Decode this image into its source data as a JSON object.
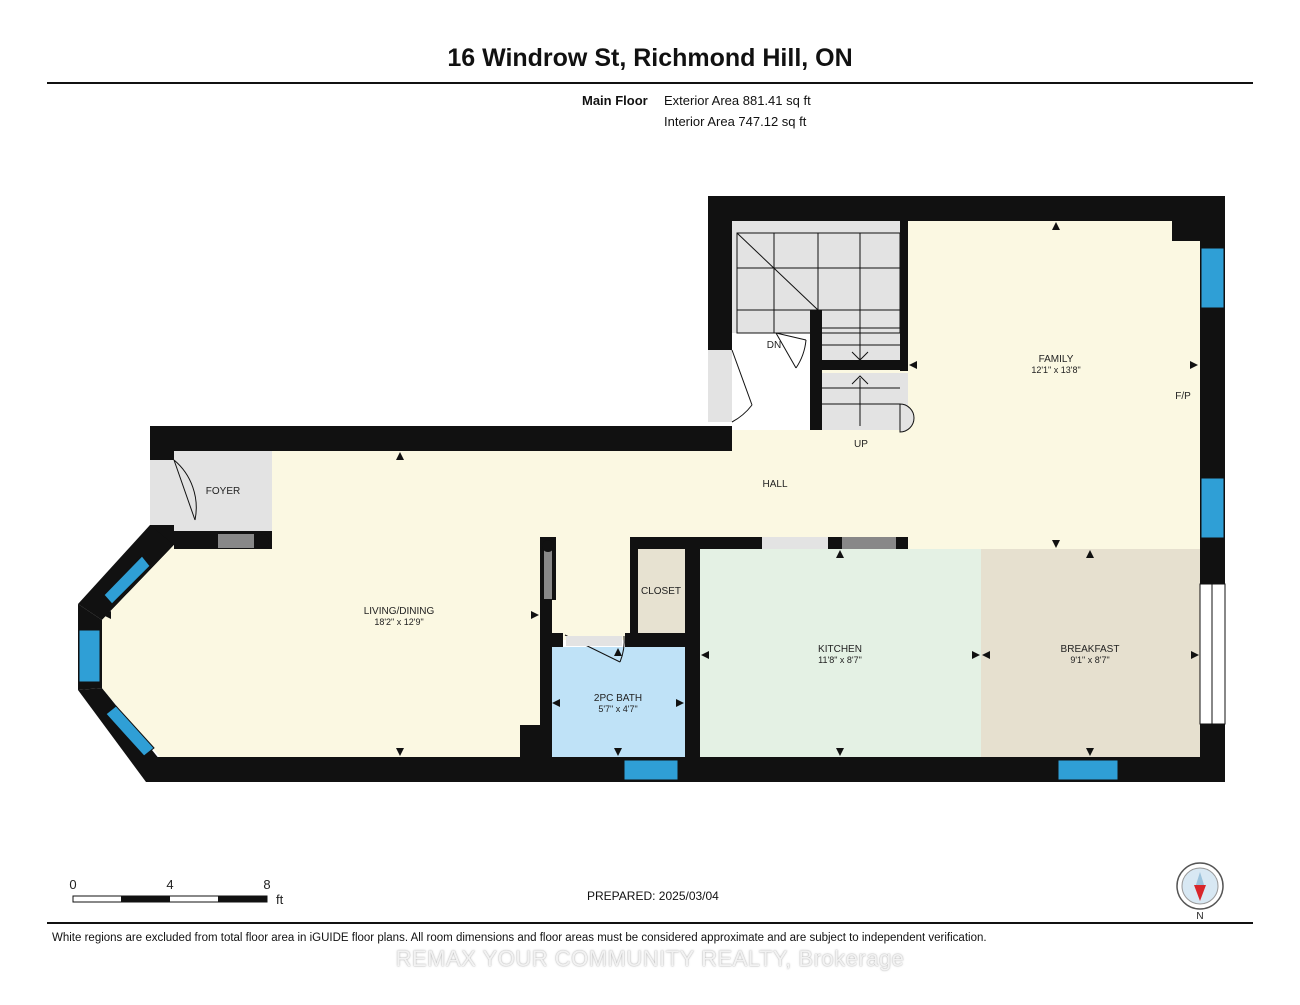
{
  "title": "16 Windrow St, Richmond Hill, ON",
  "floor": {
    "name": "Main Floor",
    "exterior_area": "Exterior Area 881.41 sq ft",
    "interior_area": "Interior Area 747.12 sq ft"
  },
  "rooms": {
    "family": {
      "name": "FAMILY",
      "dims": "12'1\" x 13'8\""
    },
    "fp": "F/P",
    "hall": "HALL",
    "foyer": "FOYER",
    "living": {
      "name": "LIVING/DINING",
      "dims": "18'2\" x 12'9\""
    },
    "closet": "CLOSET",
    "kitchen": {
      "name": "KITCHEN",
      "dims": "11'8\" x 8'7\""
    },
    "breakfast": {
      "name": "BREAKFAST",
      "dims": "9'1\" x 8'7\""
    },
    "bath": {
      "name": "2PC BATH",
      "dims": "5'7\" x 4'7\""
    },
    "dn": "DN",
    "up": "UP"
  },
  "scale": {
    "ticks": [
      "0",
      "4",
      "8"
    ],
    "unit": "ft"
  },
  "prepared": "PREPARED: 2025/03/04",
  "compass": {
    "label": "N"
  },
  "footer": "White regions are excluded from total floor area in iGUIDE floor plans. All room dimensions and floor areas must be considered approximate and are subject to independent verification.",
  "watermark": "REMAX YOUR COMMUNITY REALTY, Brokerage",
  "colors": {
    "wall": "#111111",
    "family_hall_living": "#fbf8e2",
    "kitchen": "#e4f1e4",
    "breakfast": "#e6e0cf",
    "bath": "#bfe2f7",
    "closet": "#e7e2d1",
    "stairs": "#e3e3e3",
    "window": "#2f9fd6"
  }
}
